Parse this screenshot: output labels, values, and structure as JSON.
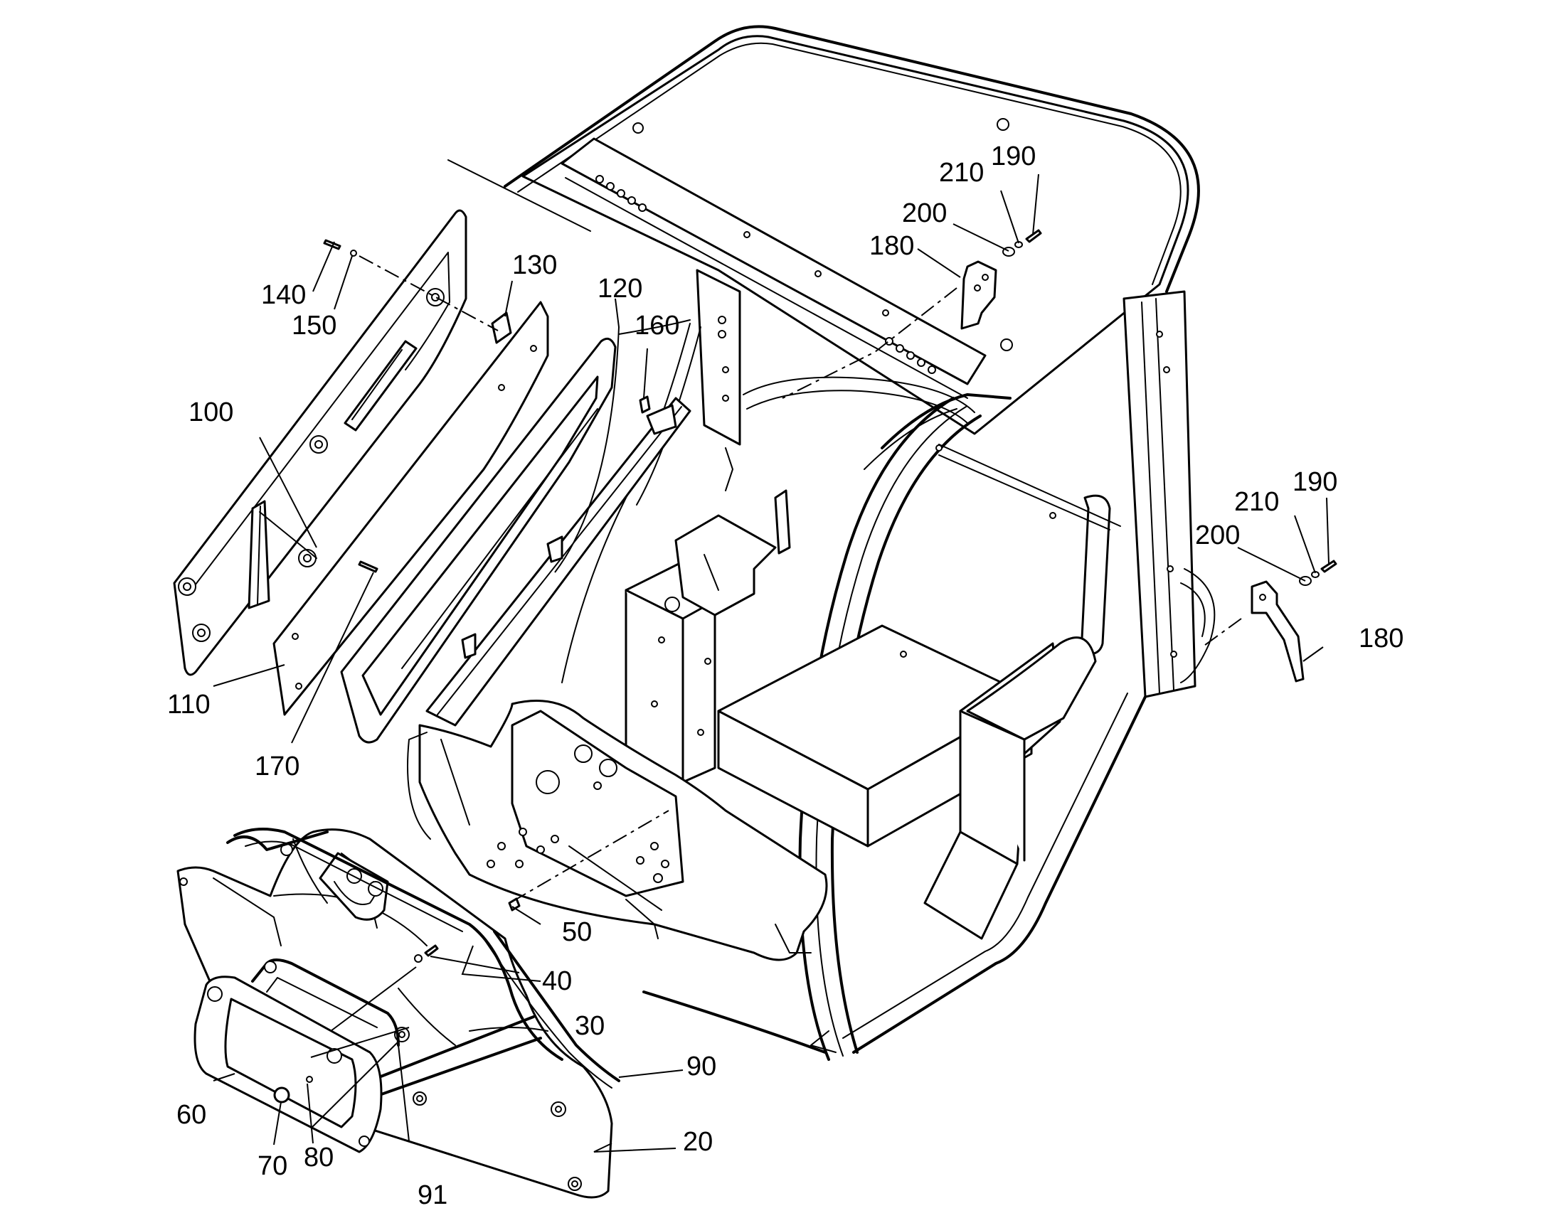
{
  "callouts": {
    "c20": "20",
    "c30": "30",
    "c40": "40",
    "c50": "50",
    "c60": "60",
    "c70": "70",
    "c80": "80",
    "c90": "90",
    "c91": "91",
    "c100": "100",
    "c110": "110",
    "c120": "120",
    "c130": "130",
    "c140": "140",
    "c150": "150",
    "c160": "160",
    "c170": "170",
    "c180a": "180",
    "c190a": "190",
    "c200a": "200",
    "c210a": "210",
    "c180b": "180",
    "c190b": "190",
    "c200b": "200",
    "c210b": "210"
  }
}
